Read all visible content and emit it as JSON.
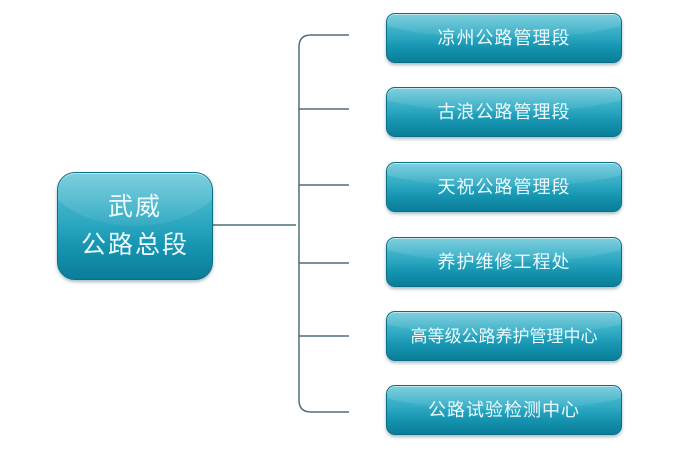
{
  "root": {
    "line1": "武威",
    "line2": "公路总段"
  },
  "children": [
    {
      "label": "凉州公路管理段"
    },
    {
      "label": "古浪公路管理段"
    },
    {
      "label": "天祝公路管理段"
    },
    {
      "label": "养护维修工程处"
    },
    {
      "label": "高等级公路养护管理中心"
    },
    {
      "label": "公路试验检测中心"
    }
  ],
  "colors": {
    "node": "#1fa0bb",
    "connector": "#4f6f78",
    "text": "#ecfbff"
  }
}
